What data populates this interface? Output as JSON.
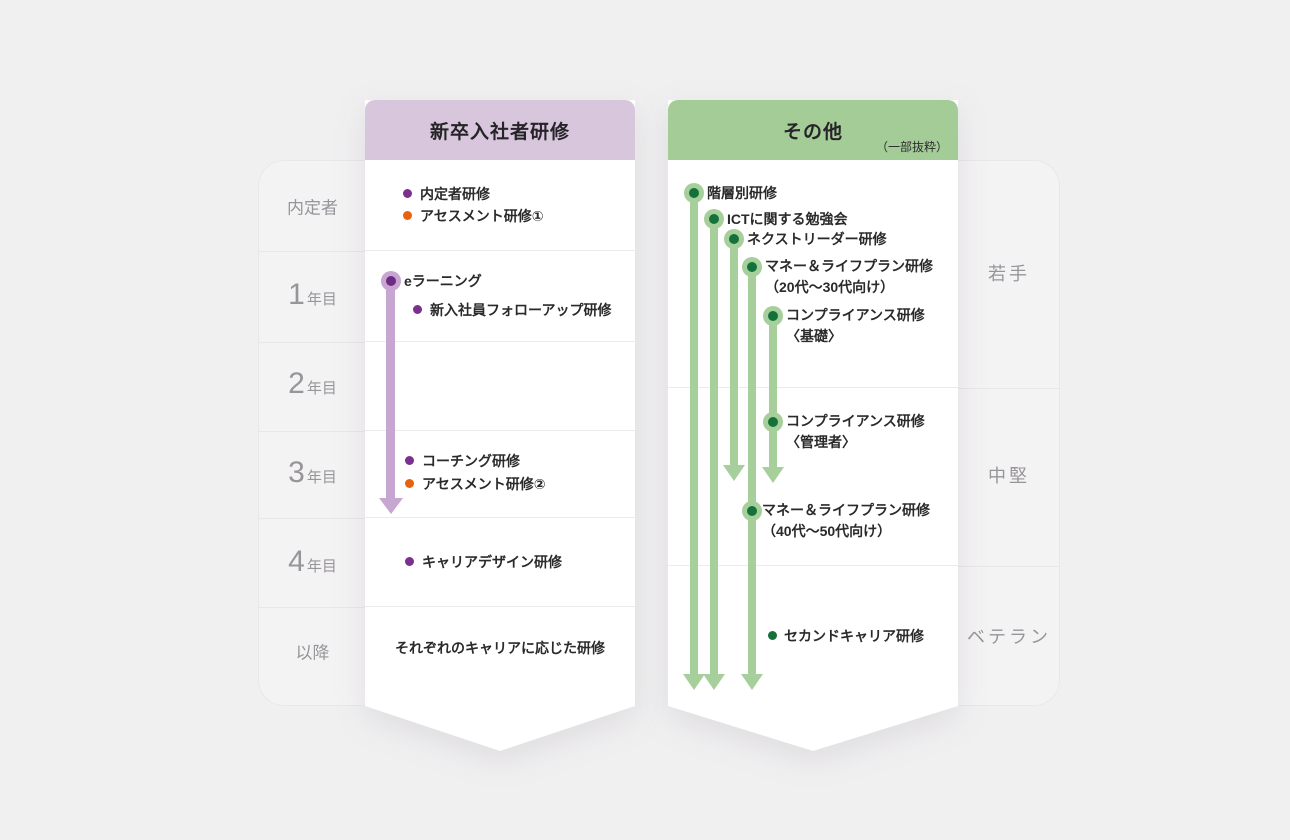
{
  "diagram_title": "employee-training-timeline",
  "colors": {
    "page_bg": "#f1f0f1",
    "band_bg": "#f4f3f4",
    "purple_header": "#d8c7dc",
    "green_header": "#a4cc97",
    "purple_bullet": "#7b2f8e",
    "purple_dot_core": "#6d2b84",
    "purple_stem": "#c7a7d1",
    "orange_bullet": "#e8620e",
    "green_dot_core": "#15713a",
    "green_stem": "#a6cf9b",
    "text": "#2b292b",
    "row_label_gray": "#97949a"
  },
  "left_column": {
    "title": "新卒入社者研修"
  },
  "right_column": {
    "title": "その他",
    "note": "（一部抜粋）"
  },
  "left_rows": [
    {
      "num": "",
      "label": "内定者"
    },
    {
      "num": "1",
      "label": "年目"
    },
    {
      "num": "2",
      "label": "年目"
    },
    {
      "num": "3",
      "label": "年目"
    },
    {
      "num": "4",
      "label": "年目"
    },
    {
      "num": "",
      "label": "以降"
    }
  ],
  "right_rows": [
    {
      "label": "若手"
    },
    {
      "label": "中堅"
    },
    {
      "label": "ベテラン"
    }
  ],
  "left_items": [
    {
      "label": "内定者研修"
    },
    {
      "label": "アセスメント研修①"
    },
    {
      "label": "eラーニング"
    },
    {
      "label": "新入社員フォローアップ研修"
    },
    {
      "label": "コーチング研修"
    },
    {
      "label": "アセスメント研修②"
    },
    {
      "label": "キャリアデザイン研修"
    },
    {
      "label": "それぞれのキャリアに応じた研修"
    }
  ],
  "right_items": [
    {
      "label": "階層別研修"
    },
    {
      "label": "ICTに関する勉強会"
    },
    {
      "label": "ネクストリーダー研修"
    },
    {
      "label": "マネー＆ライフプラン研修",
      "label2": "（20代～30代向け）"
    },
    {
      "label": "コンプライアンス研修",
      "label2": "〈基礎〉"
    },
    {
      "label": "コンプライアンス研修",
      "label2": "〈管理者〉"
    },
    {
      "label": "マネー＆ライフプラン研修",
      "label2": "（40代～50代向け）"
    },
    {
      "label": "セカンドキャリア研修"
    }
  ]
}
